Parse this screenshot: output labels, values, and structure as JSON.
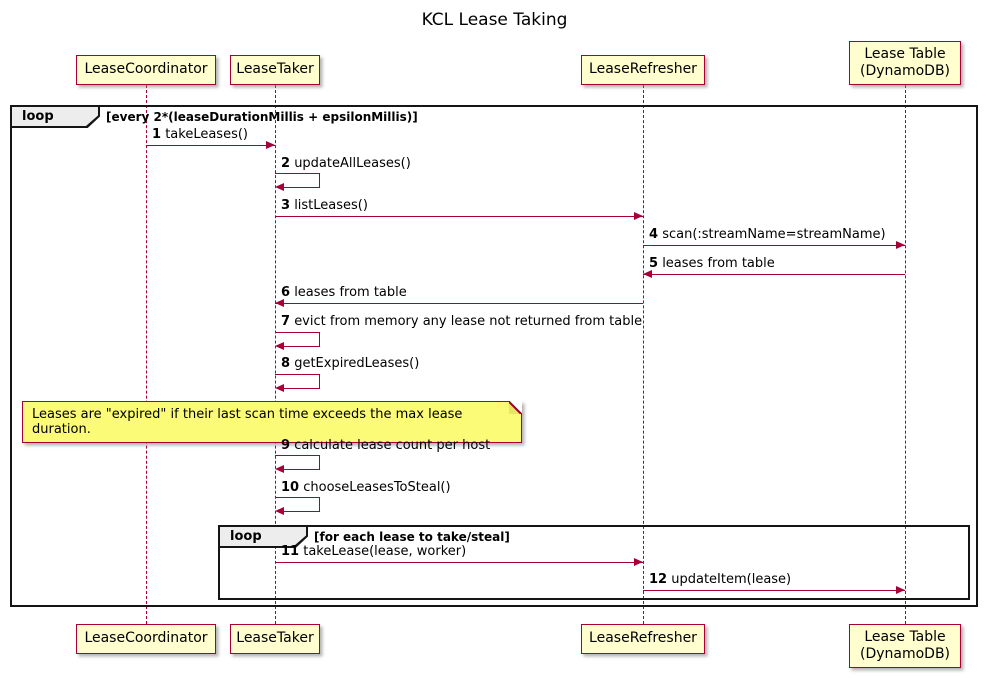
{
  "title": "KCL Lease Taking",
  "participants": [
    {
      "name": "LeaseCoordinator"
    },
    {
      "name": "LeaseTaker"
    },
    {
      "name": "LeaseRefresher"
    },
    {
      "name": "Lease Table\n(DynamoDB)"
    }
  ],
  "loops": {
    "outer": {
      "keyword": "loop",
      "condition": "[every 2*(leaseDurationMillis + epsilonMillis)]"
    },
    "inner": {
      "keyword": "loop",
      "condition": "[for each lease to take/steal]"
    }
  },
  "messages": [
    {
      "num": "1",
      "text": "takeLeases()"
    },
    {
      "num": "2",
      "text": "updateAllLeases()"
    },
    {
      "num": "3",
      "text": "listLeases()"
    },
    {
      "num": "4",
      "text": "scan(:streamName=streamName)"
    },
    {
      "num": "5",
      "text": "leases from table"
    },
    {
      "num": "6",
      "text": "leases from table"
    },
    {
      "num": "7",
      "text": "evict from memory any lease not returned from table"
    },
    {
      "num": "8",
      "text": "getExpiredLeases()"
    },
    {
      "num": "9",
      "text": "calculate lease count per host"
    },
    {
      "num": "10",
      "text": "chooseLeasesToSteal()"
    },
    {
      "num": "11",
      "text": "takeLease(lease, worker)"
    },
    {
      "num": "12",
      "text": "updateItem(lease)"
    }
  ],
  "note": {
    "text": "Leases are \"expired\" if their last scan time exceeds the max lease duration."
  },
  "colors": {
    "participant_fill": "#FEFECE",
    "participant_border": "#A80036",
    "arrow": "#A80036",
    "lifeline": "#A80036",
    "note_fill": "#FBFB77",
    "note_border": "#A80036",
    "frame_border": "#151515"
  }
}
